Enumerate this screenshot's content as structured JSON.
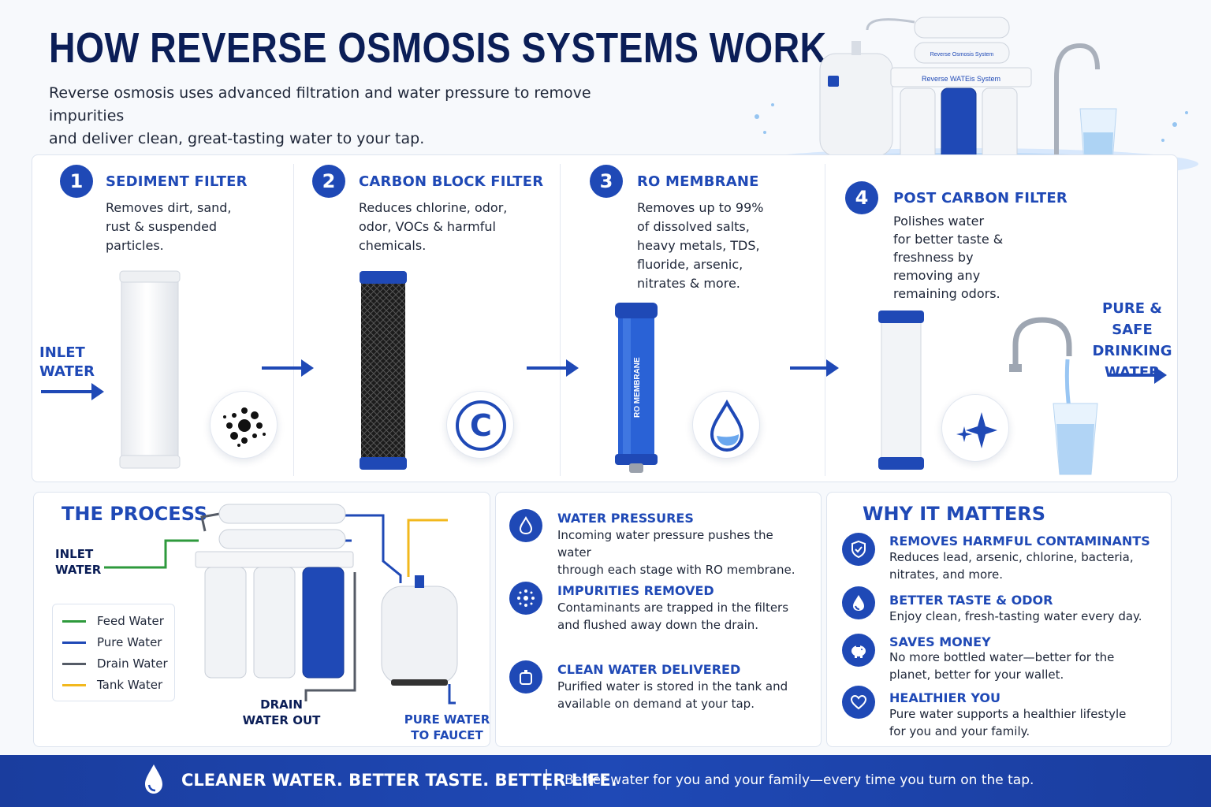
{
  "header": {
    "title": "HOW REVERSE OSMOSIS SYSTEMS WORK",
    "subtitle_line1": "Reverse osmosis uses advanced filtration and water pressure to remove impurities",
    "subtitle_line2": "and deliver clean, great-tasting water to your tap."
  },
  "hero_image": {
    "system_label": "Reverse WATEis System",
    "tank_label": "Reverse Osmosis System"
  },
  "stages": [
    {
      "number": "1",
      "title": "SEDIMENT FILTER",
      "desc": [
        "Removes dirt, sand,",
        "rust & suspended",
        "particles."
      ],
      "icon": "particles-icon"
    },
    {
      "number": "2",
      "title": "CARBON BLOCK FILTER",
      "desc": [
        "Reduces chlorine, odor,",
        "odor, VOCs & harmful",
        "chemicals."
      ],
      "icon": "carbon-c-icon"
    },
    {
      "number": "3",
      "title": "RO MEMBRANE",
      "desc": [
        "Removes up to 99%",
        "of dissolved salts,",
        "heavy metals, TDS,",
        "fluoride, arsenic,",
        "nitrates & more."
      ],
      "icon": "droplet-icon",
      "membrane_label": "RO MEMBRANE"
    },
    {
      "number": "4",
      "title": "POST CARBON FILTER",
      "desc": [
        "Polishes water",
        "for better taste &",
        "freshness by",
        "removing any",
        "remaining odors."
      ],
      "icon": "sparkle-icon"
    }
  ],
  "inlet": {
    "line1": "INLET",
    "line2": "WATER"
  },
  "outlet": {
    "line1": "PURE & SAFE",
    "line2": "DRINKING",
    "line3": "WATER"
  },
  "process": {
    "title": "THE PROCESS",
    "inlet_line1": "INLET",
    "inlet_line2": "WATER",
    "drain_line1": "DRAIN",
    "drain_line2": "WATER OUT",
    "faucet_line1": "PURE WATER",
    "faucet_line2": "TO FAUCET",
    "legend": [
      {
        "label": "Feed Water",
        "color": "#2e9a3c"
      },
      {
        "label": "Pure Water",
        "color": "#1f49b6"
      },
      {
        "label": "Drain Water",
        "color": "#555b66"
      },
      {
        "label": "Tank Water",
        "color": "#f2b81d"
      }
    ]
  },
  "how": [
    {
      "title": "WATER PRESSURES",
      "desc": [
        "Incoming water pressure pushes the water",
        "through each stage with RO membrane."
      ],
      "icon": "droplet-icon"
    },
    {
      "title": "IMPURITIES REMOVED",
      "desc": [
        "Contaminants are trapped in the filters",
        "and flushed away down the drain."
      ],
      "icon": "impurities-icon"
    },
    {
      "title": "CLEAN WATER DELIVERED",
      "desc": [
        "Purified water is stored in the tank and",
        "available on demand at your tap."
      ],
      "icon": "tank-icon"
    }
  ],
  "why": {
    "title": "WHY IT MATTERS",
    "items": [
      {
        "title": "REMOVES HARMFUL CONTAMINANTS",
        "desc": [
          "Reduces lead, arsenic, chlorine, bacteria,",
          "nitrates, and more."
        ],
        "icon": "shield-icon"
      },
      {
        "title": "BETTER TASTE & ODOR",
        "desc": [
          "Enjoy clean, fresh-tasting water every day."
        ],
        "icon": "droplet-icon"
      },
      {
        "title": "SAVES MONEY",
        "desc": [
          "No more bottled water—better for the",
          "planet, better for your wallet."
        ],
        "icon": "piggy-bank-icon"
      },
      {
        "title": "HEALTHIER YOU",
        "desc": [
          "Pure water supports a healthier lifestyle",
          "for you and your family."
        ],
        "icon": "heart-icon"
      }
    ]
  },
  "footer": {
    "tagline": "CLEANER WATER. BETTER TASTE. BETTER LIFE.",
    "text": "Better water for you and your family—every time you turn on the tap."
  },
  "colors": {
    "navy": "#0b1e57",
    "accent": "#1f49b6",
    "feed": "#2e9a3c",
    "drain": "#555b66",
    "tank": "#f2b81d"
  }
}
